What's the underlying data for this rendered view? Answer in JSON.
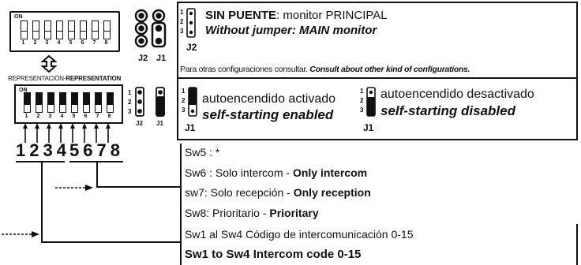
{
  "dip_top": {
    "on_label": "ON",
    "numbers": [
      "1",
      "2",
      "3",
      "4",
      "5",
      "6",
      "7",
      "8"
    ]
  },
  "jumpers_top": {
    "j2": "J2",
    "j1": "J1"
  },
  "representation": {
    "prefix": "REPRESENTACIÓN-",
    "bold": "REPRESENTATION"
  },
  "dip_bottom": {
    "on_label": "ON",
    "numbers": [
      "1",
      "2",
      "3",
      "4",
      "5",
      "6",
      "7",
      "8"
    ],
    "pins": [
      "1",
      "2",
      "3"
    ],
    "j2": "J2",
    "j1": "J1"
  },
  "big_numbers": {
    "group_a": "1234",
    "group_b": "5678"
  },
  "info_box": {
    "pins": [
      "1",
      "2",
      "3"
    ],
    "title_bold": "SIN PUENTE",
    "title_rest": ": monitor PRINCIPAL",
    "english": "Without jumper: MAIN monitor",
    "jumper_label": "J2",
    "consult_es": "Para otras configuraciones consultar.",
    "consult_en": "Consult about other kind of configurations."
  },
  "self_start": {
    "pins": [
      "1",
      "2",
      "3"
    ],
    "enabled_es": "autoencendido activado",
    "enabled_en": "self-starting enabled",
    "disabled_es": "autoencendido desactivado",
    "disabled_en": "self-starting disabled",
    "j1_left": "J1",
    "j1_right": "J1"
  },
  "switch_list": {
    "sw5": "Sw5 : *",
    "sw6_prefix": "Sw6 : Solo intercom - ",
    "sw6_bold": "Only intercom",
    "sw7_prefix": "sw7: Solo recepción - ",
    "sw7_bold": "Only reception",
    "sw8_prefix": "Sw8: Prioritario - ",
    "sw8_bold": "Prioritary",
    "sw1_4_es": "Sw1 al Sw4 Código de intercomunicación 0-15",
    "sw1_4_en": "Sw1 to Sw4 Intercom code 0-15"
  }
}
